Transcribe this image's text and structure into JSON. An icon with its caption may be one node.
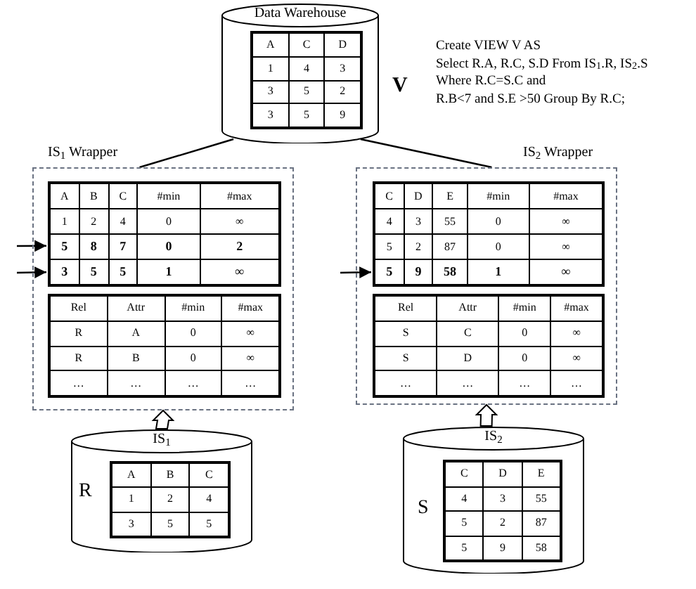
{
  "diagram": {
    "nodes": [
      {
        "text": [
          "Data Warehouse"
        ],
        "beside": [
          "V"
        ]
      },
      {
        "text": [
          "A",
          "C",
          "D",
          "1",
          "4",
          "3",
          "3",
          "5",
          "2",
          "3",
          "5",
          "9"
        ],
        "in": 0
      },
      {
        "text": [
          "IS$_{1}$ Wrapper"
        ]
      },
      {
        "text": [
          "A",
          "B",
          "C",
          "#min",
          "#max",
          "1",
          "2",
          "4",
          "0",
          "∞",
          "5",
          "8",
          "7",
          "0",
          "2",
          "3",
          "5",
          "5",
          "1",
          "∞"
        ],
        "in": 2
      },
      {
        "text": [
          "Rel",
          "Attr",
          "#min",
          "#max",
          "R",
          "A",
          "0",
          "∞",
          "R",
          "B",
          "0",
          "∞",
          "…",
          "…",
          "…",
          "…"
        ],
        "in": 2
      },
      {
        "text": [
          "IS$_{2}$ Wrapper"
        ]
      },
      {
        "text": [
          "C",
          "D",
          "E",
          "#min",
          "#max",
          "4",
          "3",
          "55",
          "0",
          "∞",
          "5",
          "2",
          "87",
          "0",
          "∞",
          "5",
          "9",
          "58",
          "1",
          "∞"
        ],
        "in": 5
      },
      {
        "text": [
          "Rel",
          "Attr",
          "#min",
          "#max",
          "S",
          "C",
          "0",
          "∞",
          "S",
          "D",
          "0",
          "∞",
          "…",
          "…",
          "…",
          "…"
        ],
        "in": 5
      },
      {
        "text": [
          "IS$_{1}$"
        ],
        "beside": [
          "R"
        ]
      },
      {
        "text": [
          "A",
          "B",
          "C",
          "1",
          "2",
          "4",
          "3",
          "5",
          "5"
        ],
        "in": 8
      },
      {
        "text": [
          "IS$_{2}$"
        ],
        "beside": [
          "S"
        ]
      },
      {
        "text": [
          "C",
          "D",
          "E",
          "4",
          "3",
          "55",
          "5",
          "2",
          "87",
          "5",
          "9",
          "58"
        ],
        "in": 10
      }
    ],
    "edges": [
      {
        "from": 0,
        "to": 2,
        "arrow": "none"
      },
      {
        "from": 0,
        "to": 5,
        "arrow": "none"
      },
      {
        "from": 8,
        "to": 2,
        "arrow": "to"
      },
      {
        "from": 10,
        "to": 5,
        "arrow": "to"
      },
      {
        "from": null,
        "to": 3,
        "arrow": "to"
      },
      {
        "from": null,
        "to": 3,
        "arrow": "to"
      },
      {
        "from": null,
        "to": 6,
        "arrow": "to"
      }
    ],
    "labels": [
      "Create VIEW V AS",
      "Select R.A, R.C, S.D From IS$_{1}$.R, IS$_{2}$.S",
      "Where R.C=S.C and",
      "R.B<7 and S.E >50 Group By R.C;"
    ]
  }
}
